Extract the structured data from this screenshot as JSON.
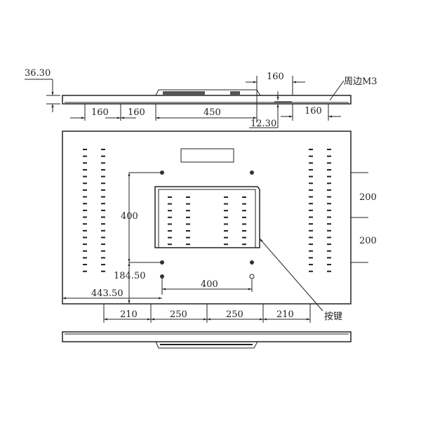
{
  "colors": {
    "line": "#222222",
    "background": "#ffffff"
  },
  "top_view": {
    "thickness": "36.30",
    "dims_bottom": [
      "160",
      "160",
      "450"
    ],
    "dim_top_right": "160",
    "dim_right": "160",
    "offset": "12.30",
    "callout": "周边M3"
  },
  "rear_view": {
    "vesa_height": "400",
    "vesa_width": "400",
    "vesa_bottom_offset": "184.50",
    "vesa_left_offset": "443.50",
    "right_dims": [
      "200",
      "200"
    ],
    "bottom_dims": [
      "210",
      "250",
      "250",
      "210"
    ],
    "callout": "按键"
  }
}
